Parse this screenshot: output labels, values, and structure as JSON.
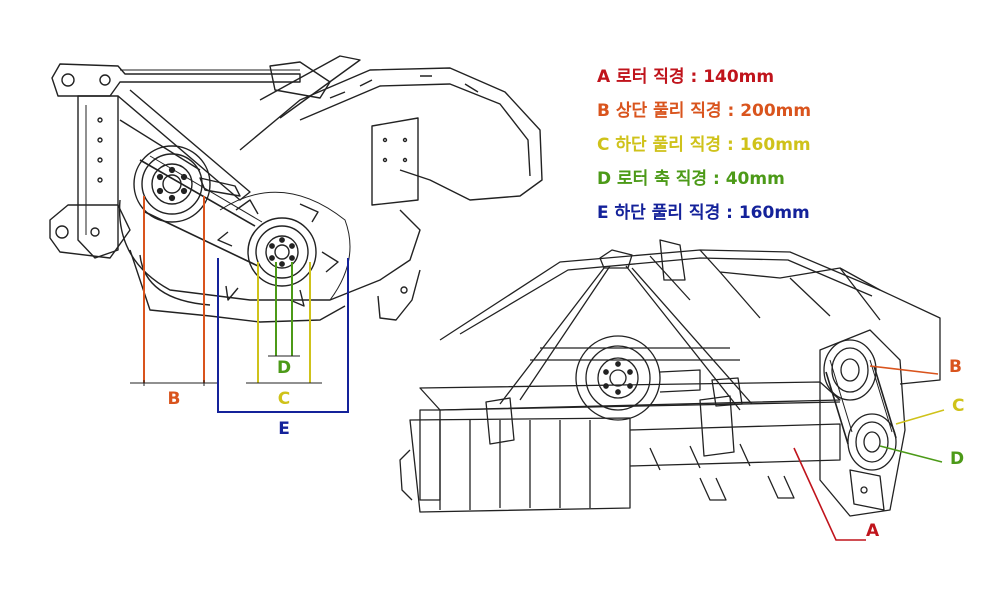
{
  "legend": {
    "items": [
      {
        "letter": "A",
        "text": "A 로터 직경 : 140mm",
        "color": "#c0141c"
      },
      {
        "letter": "B",
        "text": "B 상단 풀리 직경 : 200mm",
        "color": "#d9541d"
      },
      {
        "letter": "C",
        "text": "C 하단 풀리 직경 : 160mm",
        "color": "#cfc21a"
      },
      {
        "letter": "D",
        "text": "D 로터 축 직경 : 40mm",
        "color": "#4c9a18"
      },
      {
        "letter": "E",
        "text": "E 하단 풀리 직경 : 160mm",
        "color": "#14229a"
      }
    ]
  },
  "side_view": {
    "dimension_labels": {
      "B": "B",
      "C": "C",
      "D": "D",
      "E": "E"
    }
  },
  "iso_view": {
    "callout_labels": {
      "A": "A",
      "B": "B",
      "C": "C",
      "D": "D"
    }
  },
  "colors": {
    "line": "#222222",
    "A": "#c0141c",
    "B": "#d9541d",
    "C": "#cfc21a",
    "D": "#4c9a18",
    "E": "#14229a"
  }
}
